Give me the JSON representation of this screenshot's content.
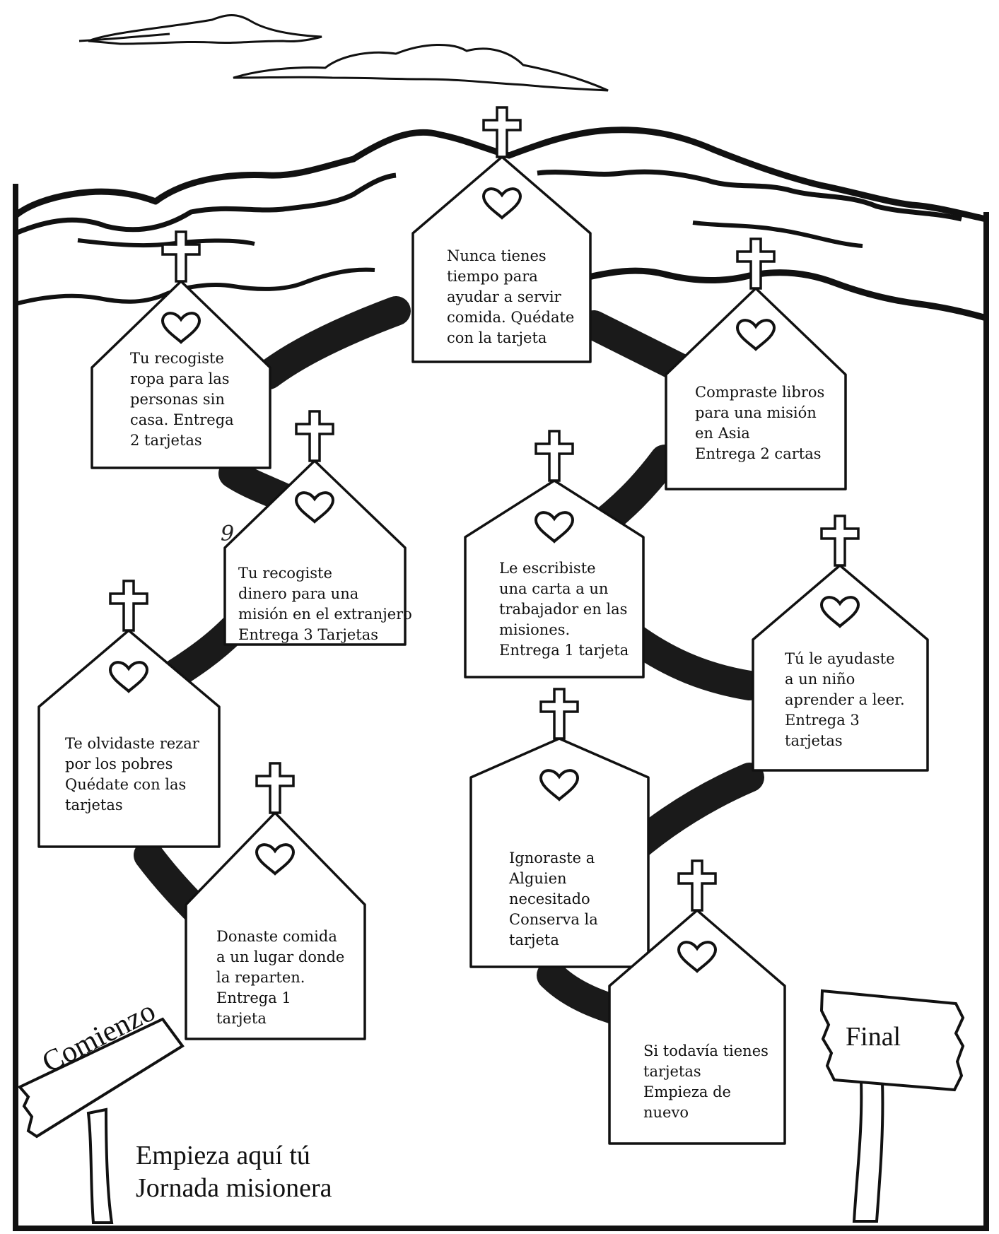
{
  "title": "Empieza aquí tú\nJornada misionera",
  "start_sign": "Comienzo",
  "end_sign": "Final",
  "handwritten_mark": "9",
  "colors": {
    "ink": "#111111",
    "paper": "#ffffff",
    "path": "#1a1a1a"
  },
  "icons": {
    "church": "church-icon",
    "cross": "cross-icon",
    "heart": "heart-icon"
  },
  "spaces": [
    {
      "id": "nunca",
      "text": "Nunca tienes\ntiempo para\nayudar a servir\ncomida.  Quédate\ncon la tarjeta"
    },
    {
      "id": "ropa",
      "text": "Tu recogiste\nropa para las\npersonas sin\ncasa. Entrega\n2 tarjetas"
    },
    {
      "id": "libros",
      "text": "Compraste libros\npara una misión\nen Asia\nEntrega 2 cartas"
    },
    {
      "id": "dinero",
      "text": "Tu recogiste\ndinero para una\nmisión en el extranjero\nEntrega 3 Tarjetas"
    },
    {
      "id": "carta",
      "text": "Le escribiste\nuna carta a un\ntrabajador  en las\nmisiones.\nEntrega 1 tarjeta"
    },
    {
      "id": "nino",
      "text": "Tú le ayudaste\na un niño\naprender a leer.\nEntrega 3\ntarjetas"
    },
    {
      "id": "rezar",
      "text": "Te olvidaste rezar\npor los pobres\nQuédate con las\ntarjetas"
    },
    {
      "id": "ignoraste",
      "text": "Ignoraste a\nAlguien\nnecesitado\nConserva la\ntarjeta"
    },
    {
      "id": "comida",
      "text": "Donaste comida\na un lugar donde\nla reparten.\nEntrega 1\ntarjeta"
    },
    {
      "id": "todavia",
      "text": "Si todavía tienes\ntarjetas\nEmpieza de\nnuevo"
    }
  ]
}
